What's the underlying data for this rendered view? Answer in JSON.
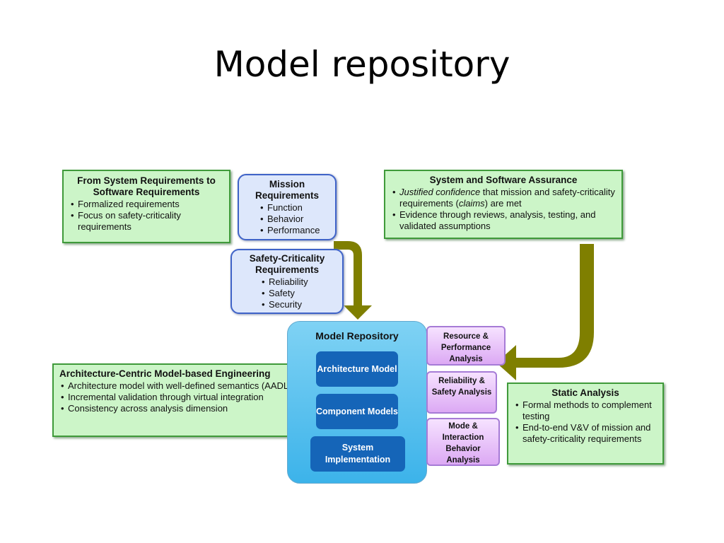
{
  "title": "Model repository",
  "boxes": {
    "sys_req": {
      "heading": "From System Requirements to Software Requirements",
      "items": [
        "Formalized requirements",
        "Focus on safety-criticality requirements"
      ]
    },
    "mission": {
      "heading": "Mission Requirements",
      "items": [
        "Function",
        "Behavior",
        "Performance"
      ]
    },
    "safety": {
      "heading": "Safety-Criticality Requirements",
      "items": [
        "Reliability",
        "Safety",
        "Security"
      ]
    },
    "assurance": {
      "heading": "System and Software Assurance",
      "item1_em": "Justified confidence",
      "item1_a": " that mission and  safety-criticality requirements (",
      "item1_em2": "claims",
      "item1_b": ") are met",
      "item2": "Evidence through reviews, analysis, testing, and validated assumptions"
    },
    "acme": {
      "heading": "Architecture-Centric Model-based Engineering",
      "items": [
        "Architecture model with well-defined semantics (AADL)",
        "Incremental validation through virtual integration",
        "Consistency across analysis dimension"
      ]
    },
    "repository": {
      "heading": "Model Repository",
      "inner": [
        "Architecture Model",
        "Component Models",
        "System Implementation"
      ]
    },
    "analyses": [
      "Resource & Performance Analysis",
      "Reliability & Safety Analysis",
      "Mode & Interaction Behavior Analysis"
    ],
    "static": {
      "heading": "Static Analysis",
      "items": [
        "Formal methods to complement testing",
        "End-to-end V&V of mission and safety-criticality requirements"
      ]
    }
  },
  "colors": {
    "arrow": "#7f7f00",
    "green_fill": "#ccf5c8",
    "repo_fill": "#3cb3ea",
    "inner_fill": "#1565b8"
  }
}
